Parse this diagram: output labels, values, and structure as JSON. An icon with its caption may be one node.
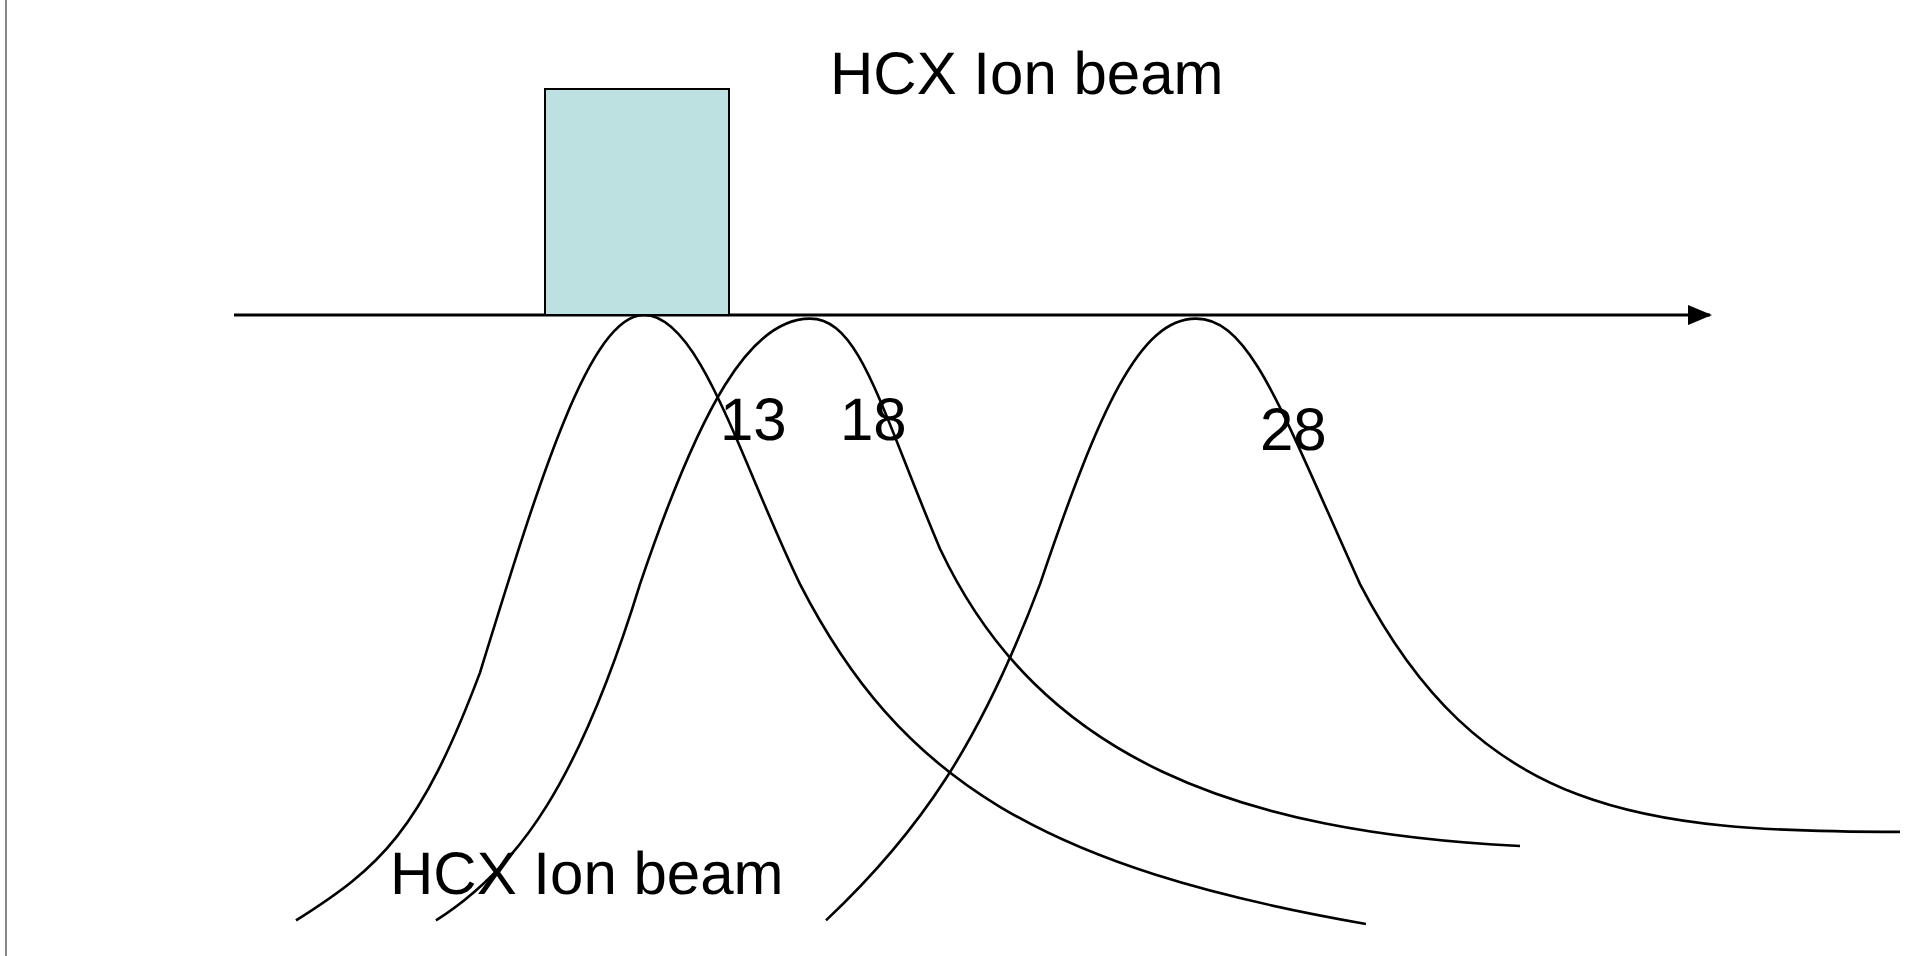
{
  "diagram": {
    "nodes": [
      {
        "text": [],
        "shape": "box",
        "beside": [
          "HCX Ion beam"
        ]
      }
    ],
    "labels": [
      "13",
      "18",
      "28",
      "HCX Ion beam"
    ]
  }
}
